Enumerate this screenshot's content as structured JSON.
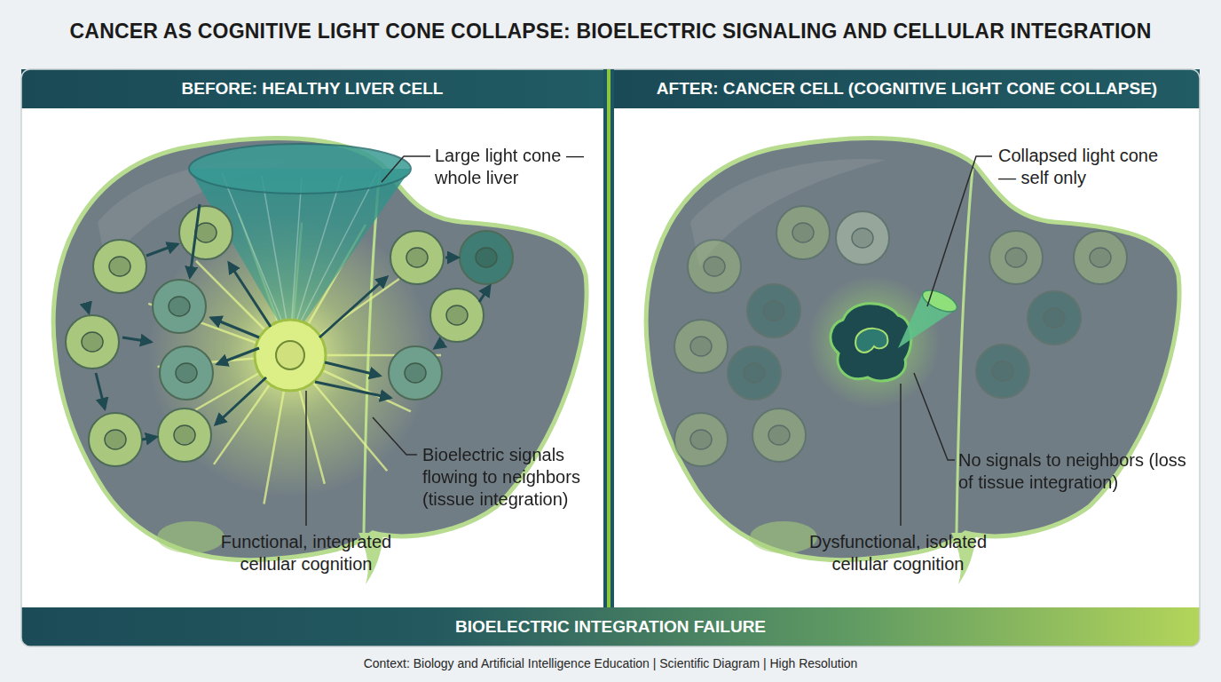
{
  "diagram": {
    "title": "CANCER AS COGNITIVE LIGHT CONE COLLAPSE: BIOELECTRIC SIGNALING AND CELLULAR INTEGRATION",
    "caption": "Context: Biology and Artificial Intelligence Education | Scientific Diagram | High Resolution",
    "nodes": [
      {
        "text": [
          "BEFORE: HEALTHY LIVER CELL"
        ]
      },
      {
        "text": [
          "AFTER: CANCER CELL (COGNITIVE LIGHT CONE COLLAPSE)"
        ]
      },
      {
        "text": [
          "BIOELECTRIC INTEGRATION FAILURE"
        ]
      }
    ],
    "labels": [
      "Large light cone — whole liver",
      "Bioelectric signals flowing to neighbors (tissue integration)",
      "Functional, integrated cellular cognition",
      "Collapsed light cone — self only",
      "No signals to neighbors (loss of tissue integration)",
      "Dysfunctional, isolated cellular cognition"
    ]
  }
}
